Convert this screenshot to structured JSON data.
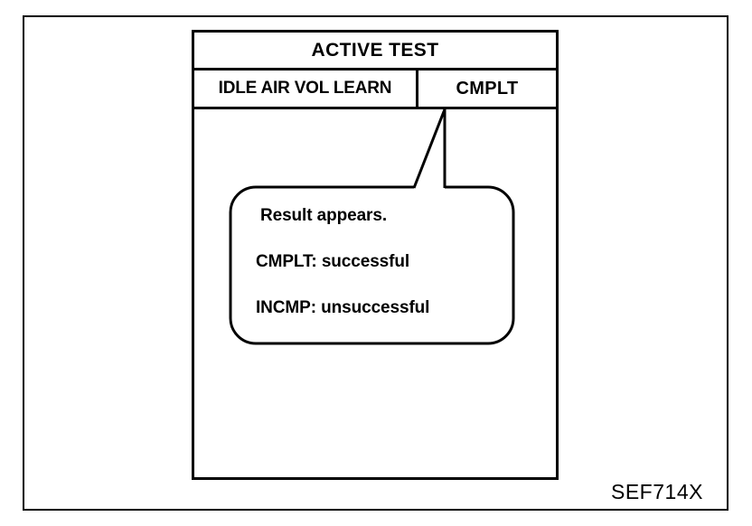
{
  "figure": {
    "reference_code": "SEF714X"
  },
  "screen": {
    "title": "ACTIVE TEST",
    "row": {
      "parameter_label": "IDLE AIR VOL LEARN",
      "status_value": "CMPLT"
    }
  },
  "callout": {
    "lines": [
      "Result appears.",
      "CMPLT: successful",
      "INCMP: unsuccessful"
    ]
  },
  "colors": {
    "ink": "#000000",
    "paper": "#ffffff"
  }
}
